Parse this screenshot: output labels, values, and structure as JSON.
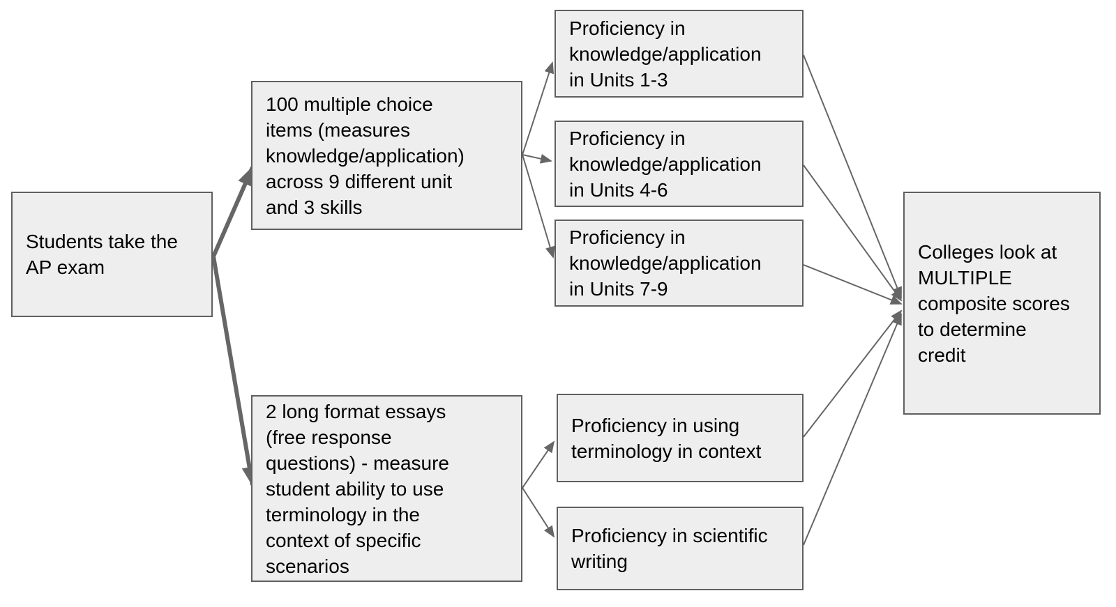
{
  "diagram": {
    "title": "AP exam scoring flowchart",
    "colors": {
      "background": "#ffffff",
      "node_fill": "#eeeeee",
      "node_border": "#5f5f5f",
      "connector": "#666666",
      "text": "#000000"
    },
    "nodes": {
      "start": {
        "label": "Students take the\nAP exam"
      },
      "mc": {
        "label": "100 multiple choice\nitems (measures\nknowledge/application)\nacross 9 different unit\nand 3 skills"
      },
      "essay": {
        "label": "2 long format essays\n(free response\nquestions) - measure\nstudent ability to use\nterminology in the\ncontext of specific\nscenarios"
      },
      "p13": {
        "label": "Proficiency in\nknowledge/application\nin Units 1-3"
      },
      "p46": {
        "label": "Proficiency in\nknowledge/application\nin Units 4-6"
      },
      "p79": {
        "label": "Proficiency in\nknowledge/application\nin Units 7-9"
      },
      "pterm": {
        "label": "Proficiency in using\nterminology in context"
      },
      "psci": {
        "label": "Proficiency in scientific\nwriting"
      },
      "college": {
        "label": "Colleges look at\nMULTIPLE\ncomposite scores\nto determine\ncredit"
      }
    },
    "edges": [
      {
        "from": "start",
        "to": "mc",
        "style": "thick"
      },
      {
        "from": "start",
        "to": "essay",
        "style": "thick"
      },
      {
        "from": "mc",
        "to": "p13",
        "style": "thin"
      },
      {
        "from": "mc",
        "to": "p46",
        "style": "thin"
      },
      {
        "from": "mc",
        "to": "p79",
        "style": "thin"
      },
      {
        "from": "essay",
        "to": "pterm",
        "style": "thin"
      },
      {
        "from": "essay",
        "to": "psci",
        "style": "thin"
      },
      {
        "from": "p13",
        "to": "college",
        "style": "thin"
      },
      {
        "from": "p46",
        "to": "college",
        "style": "thin"
      },
      {
        "from": "p79",
        "to": "college",
        "style": "thin"
      },
      {
        "from": "pterm",
        "to": "college",
        "style": "thin"
      },
      {
        "from": "psci",
        "to": "college",
        "style": "thin"
      }
    ]
  }
}
